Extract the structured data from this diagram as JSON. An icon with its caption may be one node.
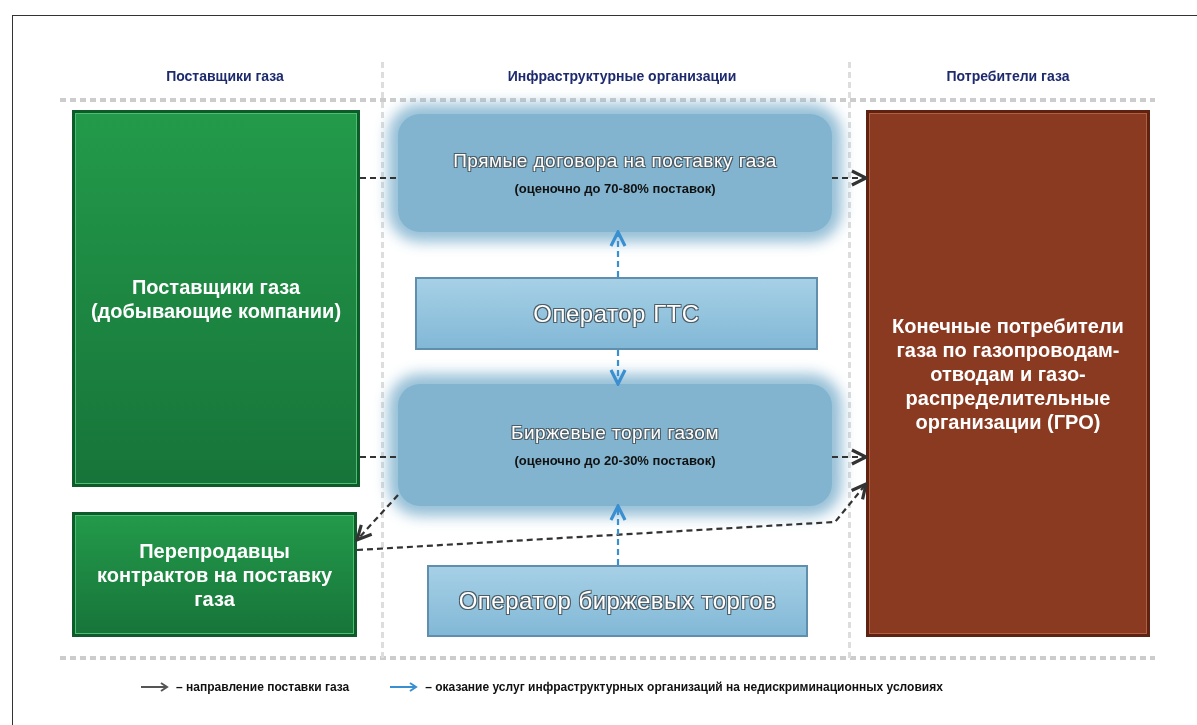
{
  "diagram": {
    "nodes": [
      {
        "text": [
          "Поставщики газа (добывающие компании)"
        ]
      },
      {
        "text": [
          "Перепродавцы контрактов на поставку газа"
        ]
      },
      {
        "text": [
          "Прямые договора на поставку газа",
          "(оценочно до 70-80% поставок)"
        ]
      },
      {
        "text": [
          "Оператор ГТС"
        ]
      },
      {
        "text": [
          "Биржевые торги газом",
          "(оценочно до 20-30% поставок)"
        ]
      },
      {
        "text": [
          "Оператор биржевых торгов"
        ]
      },
      {
        "text": [
          "Конечные потребители газа по газопроводам-отводам и газо-распределительные организации (ГРО)"
        ]
      }
    ],
    "edges": [
      {
        "from": 0,
        "to": 2,
        "arrow": "none",
        "style": "dashed"
      },
      {
        "from": 2,
        "to": 6,
        "arrow": "to",
        "style": "dashed"
      },
      {
        "from": 0,
        "to": 4,
        "arrow": "none",
        "style": "dashed"
      },
      {
        "from": 4,
        "to": 6,
        "arrow": "to",
        "style": "dashed"
      },
      {
        "from": 4,
        "to": 1,
        "arrow": "to",
        "style": "dashed"
      },
      {
        "from": 1,
        "to": 6,
        "arrow": "to",
        "style": "dashed"
      },
      {
        "from": 3,
        "to": 2,
        "arrow": "to",
        "style": "dashed",
        "color": "#3a8fd0"
      },
      {
        "from": 3,
        "to": 4,
        "arrow": "to",
        "style": "dashed",
        "color": "#3a8fd0"
      },
      {
        "from": 5,
        "to": 4,
        "arrow": "to",
        "style": "dashed",
        "color": "#3a8fd0"
      }
    ],
    "labels": [
      "Поставщики газа",
      "Инфраструктурные организации",
      "Потребители газа"
    ],
    "legend": [
      {
        "text": "– направление поставки газа"
      },
      {
        "text": "– оказание услуг инфраструктурных организаций на недискриминационных условиях"
      }
    ]
  }
}
